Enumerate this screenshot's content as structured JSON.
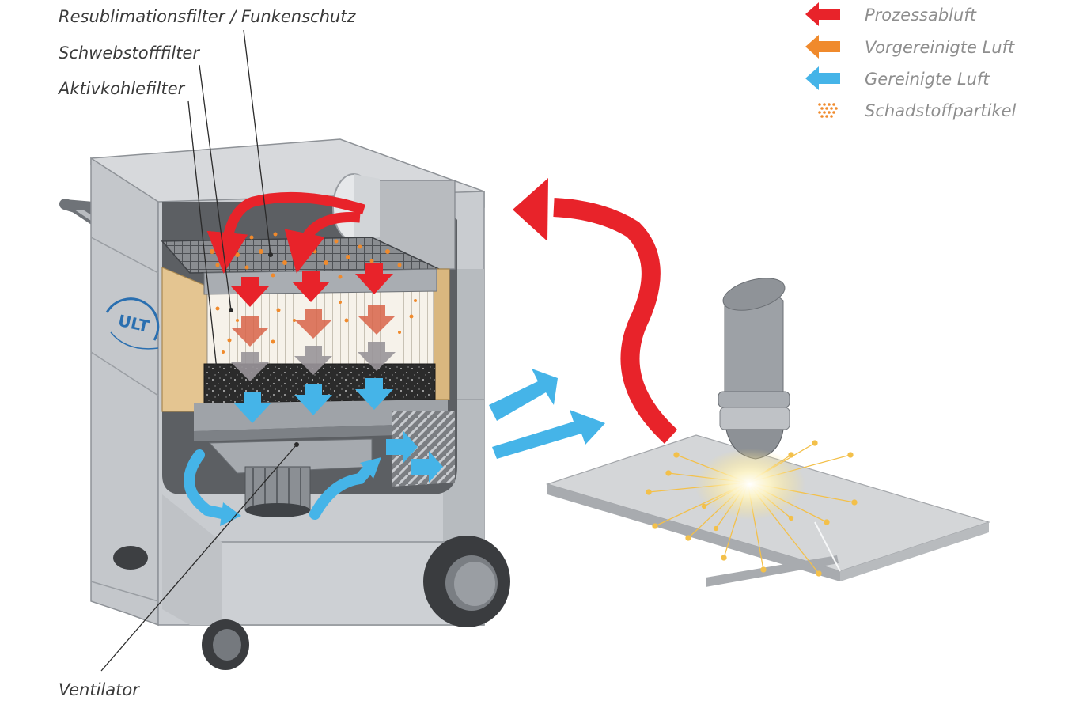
{
  "labels": {
    "resublimation": "Resublimationsfilter / Funkenschutz",
    "hepa": "Schwebstofffilter",
    "carbon": "Aktivkohlefilter",
    "fan": "Ventilator"
  },
  "legend": [
    {
      "label": "Prozessabluft",
      "color": "#e8232a"
    },
    {
      "label": "Vorgereinigte Luft",
      "color": "#f08a2c"
    },
    {
      "label": "Gereinigte Luft",
      "color": "#45b4e8"
    },
    {
      "label": "Schadstoffpartikel",
      "color": "#f08a2c"
    }
  ],
  "logo": {
    "text": "ULT"
  },
  "colors": {
    "process_air": "#e8232a",
    "precleaned_air": "#e07050",
    "clean_air": "#45b4e8",
    "particles": "#f08a2c",
    "housing": "#c8cbcf",
    "housing_dark": "#9ea2a7"
  }
}
